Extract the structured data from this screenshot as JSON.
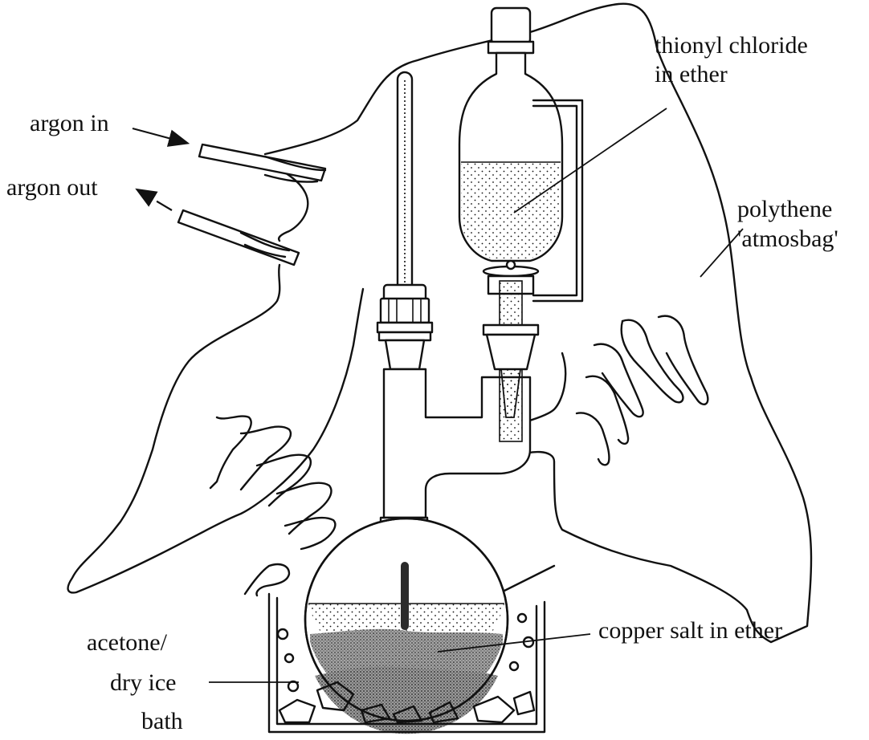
{
  "labels": {
    "thionyl": [
      "thionyl chloride",
      "in ether"
    ],
    "argon_in": "argon in",
    "argon_out": "argon out",
    "polythene": [
      "polythene",
      "'atmosbag'"
    ],
    "copper": "copper salt in ether",
    "bath": [
      "acetone/",
      "dry ice",
      "bath"
    ]
  },
  "colors": {
    "ink": "#111111",
    "background": "#ffffff"
  }
}
